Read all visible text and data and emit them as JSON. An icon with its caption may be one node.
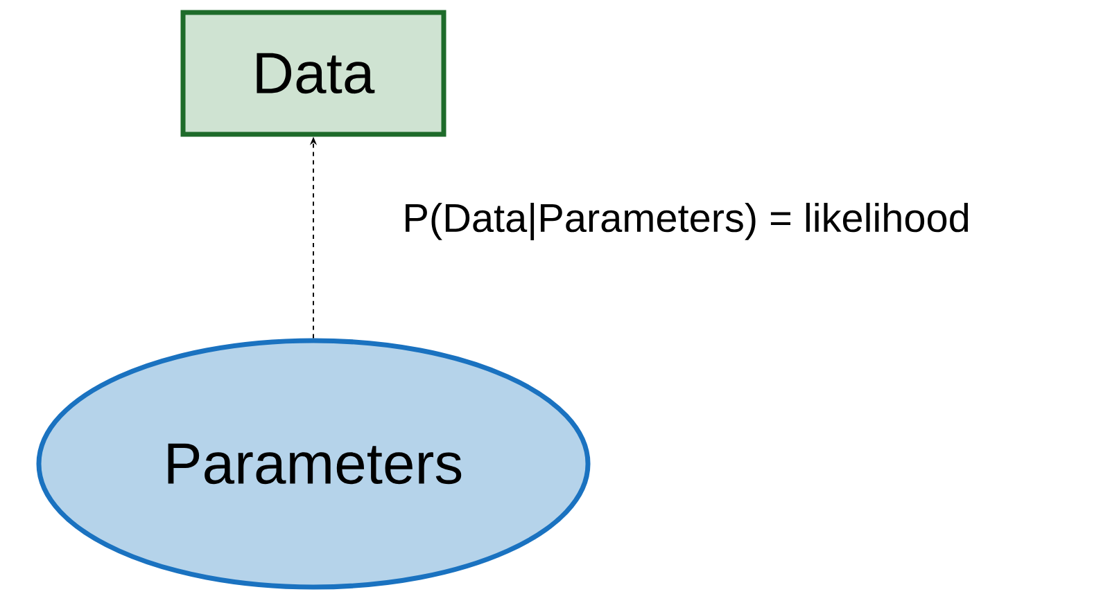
{
  "diagram": {
    "nodes": [
      {
        "text": [
          "Data"
        ]
      },
      {
        "text": [
          "Parameters"
        ]
      }
    ],
    "edges": [
      {
        "from": 1,
        "to": 0,
        "arrow": "to",
        "style": "dashed",
        "label": "P(Data|Parameters) = likelihood"
      }
    ]
  }
}
